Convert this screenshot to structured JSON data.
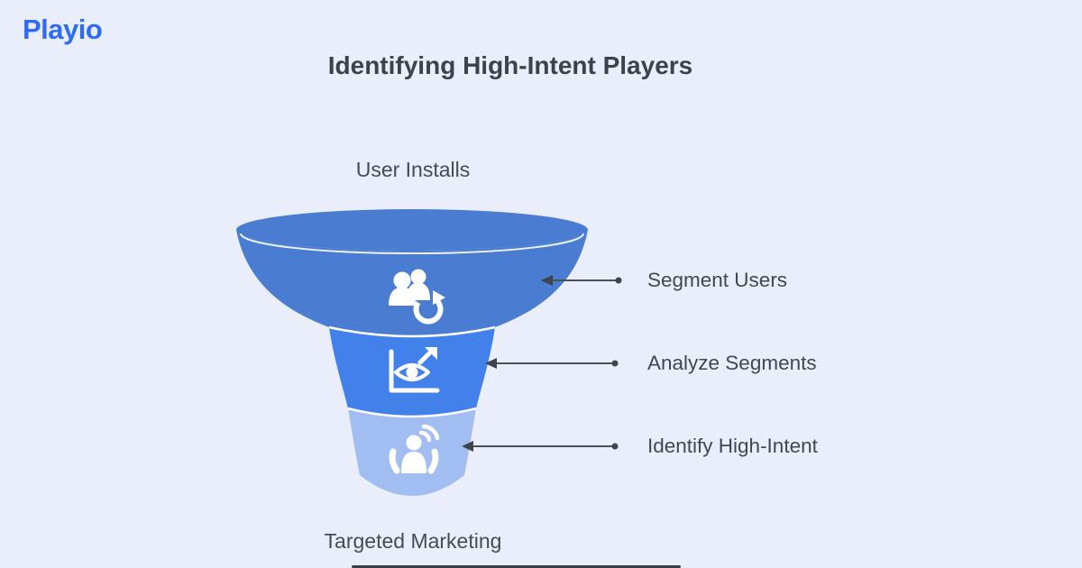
{
  "brand": {
    "name": "Playio",
    "color": "#2e6cf4"
  },
  "title": "Identifying High-Intent Players",
  "funnel": {
    "top_label": "User Installs",
    "bottom_label": "Targeted Marketing",
    "stages": [
      {
        "label": "Segment Users",
        "icon": "users-sync-icon",
        "color": "#4a7cd2"
      },
      {
        "label": "Analyze Segments",
        "icon": "analytics-eye-icon",
        "color": "#4181e9"
      },
      {
        "label": "Identify High-Intent",
        "icon": "broadcast-person-icon",
        "color": "#a2bdf1"
      }
    ]
  },
  "colors": {
    "background": "#e9eefa",
    "arrow": "#4b4f56",
    "arrow_tip": "#3f434a",
    "heading_text": "#3c414a",
    "label_text": "#42474f",
    "separator": "#ffffff"
  }
}
